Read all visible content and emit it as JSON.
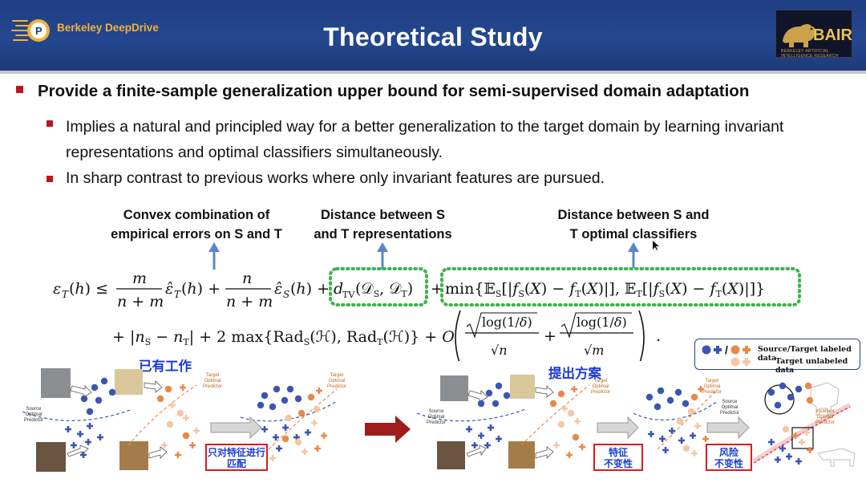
{
  "header": {
    "title": "Theoretical Study",
    "left_logo_text": "Berkeley DeepDrive",
    "right_logo_text": "BAIR",
    "right_logo_subtext": "BERKELEY ARTIFICIAL INTELLIGENCE RESEARCH"
  },
  "bullets": {
    "main": "Provide a finite-sample generalization upper bound for semi-supervised domain adaptation",
    "sub1": "Implies a natural and principled way for a better generalization to the target domain by learning invariant representations and optimal classifiers simultaneously.",
    "sub2": "In sharp contrast to previous works where only invariant features are pursued."
  },
  "annotations": {
    "left": [
      "Convex combination of",
      "empirical errors on S and T"
    ],
    "middle": [
      "Distance between S",
      "and T representations"
    ],
    "right": [
      "Distance between S and",
      "T optimal classifiers"
    ]
  },
  "diagram": {
    "label_existing": "已有工作",
    "label_proposed": "提出方案",
    "box_match": [
      "只对特征进行",
      "匹配"
    ],
    "box_feature": [
      "特征",
      "不变性"
    ],
    "box_risk": [
      "风险",
      "不变性"
    ],
    "source_predictor": [
      "Source",
      "Optimal",
      "Predictor"
    ],
    "target_predictor": [
      "Target",
      "Optimal",
      "Predictor"
    ],
    "invariant_predictor": [
      "Invariant",
      "Optimal",
      "Predictor"
    ],
    "legend_labeled": "Source/Target labeled data",
    "legend_unlabeled": "Target unlabeled data"
  },
  "colors": {
    "header_bg": "#24478f",
    "bullet_red": "#c1121f",
    "source_blue": "#3a55b4",
    "target_orange": "#e8894a",
    "dotted_green": "#3bb54a",
    "arrow_blue": "#5b86c5",
    "cn_blue": "#1a3bd6"
  }
}
